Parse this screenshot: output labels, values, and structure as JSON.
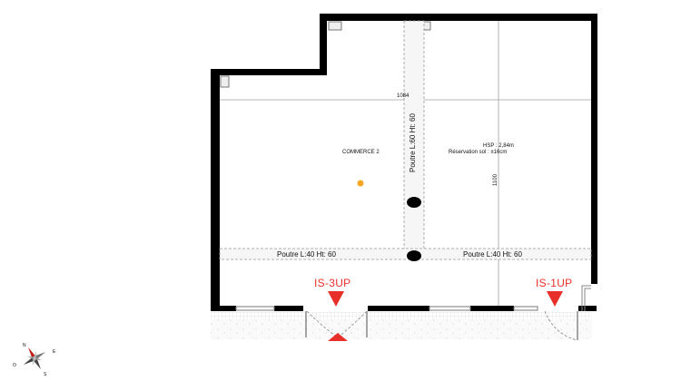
{
  "plan": {
    "room_name": "COMMERCE 2",
    "hsp": "HSP : 2,84m",
    "reservation": "Réservation sol : ±16cm",
    "dimension_horizontal": "1084",
    "dimension_vertical": "1100",
    "beam_vertical": "Poutre L:60  Ht: 60",
    "beam_horizontal_left": "Poutre L:40  Ht: 60",
    "beam_horizontal_right": "Poutre L:40  Ht: 60",
    "section_markers": [
      {
        "label": "IS-3UP"
      },
      {
        "label": "IS-1UP"
      }
    ],
    "compass": {
      "n": "N",
      "e": "E",
      "s": "S",
      "o": "O"
    },
    "colors": {
      "wall": "#000000",
      "marker": "#e8302a",
      "point": "#f5a623",
      "compass_north": "#c0201a"
    }
  }
}
